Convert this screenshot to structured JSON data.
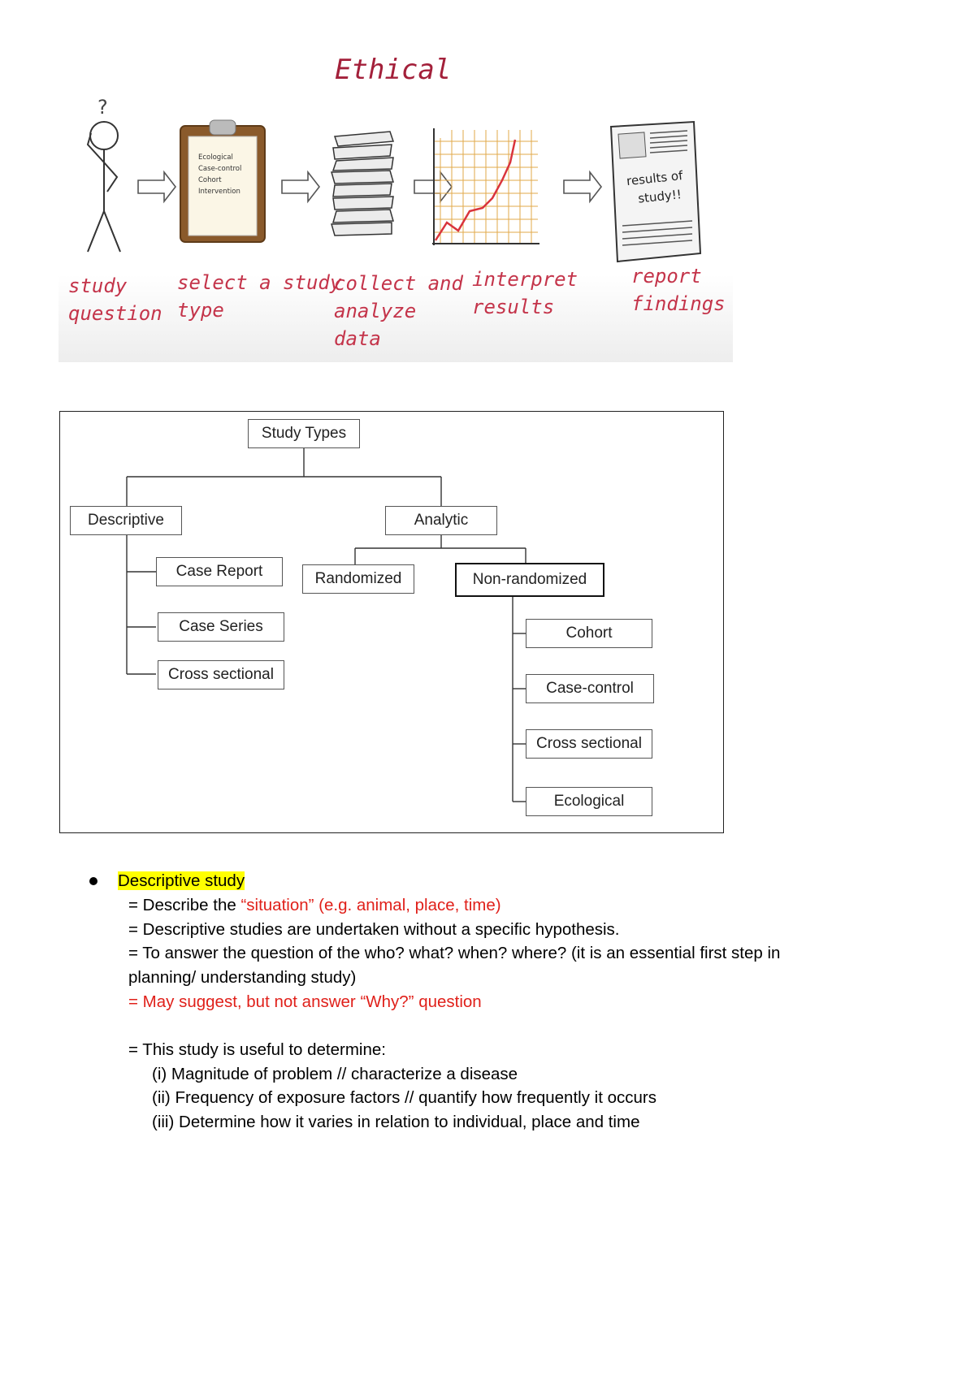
{
  "workflow": {
    "title": "Ethical",
    "question_mark": "?",
    "clipboard_lines": [
      "Ecological",
      "Case-control",
      "Cohort",
      "Intervention"
    ],
    "newspaper_text": [
      "results of",
      "study!!"
    ],
    "steps": [
      {
        "line1": "study",
        "line2": "question",
        "line3": ""
      },
      {
        "line1": "select a study",
        "line2": "type",
        "line3": ""
      },
      {
        "line1": "collect and",
        "line2": "analyze",
        "line3": "data"
      },
      {
        "line1": "interpret",
        "line2": "results",
        "line3": ""
      },
      {
        "line1": "report",
        "line2": "findings",
        "line3": ""
      }
    ],
    "colors": {
      "handwriting": "#c4344a",
      "title": "#a3203a",
      "graph_line": "#d9343c",
      "grid": "#e2a84a"
    }
  },
  "study_types": {
    "root": "Study Types",
    "descriptive": {
      "label": "Descriptive",
      "children": [
        "Case Report",
        "Case Series",
        "Cross sectional"
      ]
    },
    "analytic": {
      "label": "Analytic",
      "randomized": "Randomized",
      "non_randomized": {
        "label": "Non-randomized",
        "children": [
          "Cohort",
          "Case-control",
          "Cross sectional",
          "Ecological"
        ]
      }
    }
  },
  "notes": {
    "heading": "Descriptive study",
    "line1_prefix": "= Describe the ",
    "line1_red": "“situation” (e.g. animal, place, time)",
    "line2": "= Descriptive studies are undertaken without a specific hypothesis.",
    "line3": "= To answer the question of the who? what? when? where? (it is an essential first step in",
    "line4": "planning/ understanding study)",
    "line5": "= May suggest, but not answer “Why?” question",
    "line6": "= This study is useful to determine:",
    "items": [
      "(i) Magnitude of problem // characterize a disease",
      "(ii) Frequency of exposure factors // quantify how frequently it occurs",
      "(iii) Determine how it varies in relation to individual, place and time"
    ],
    "colors": {
      "red": "#e0201a",
      "highlight": "#ffff00"
    }
  }
}
